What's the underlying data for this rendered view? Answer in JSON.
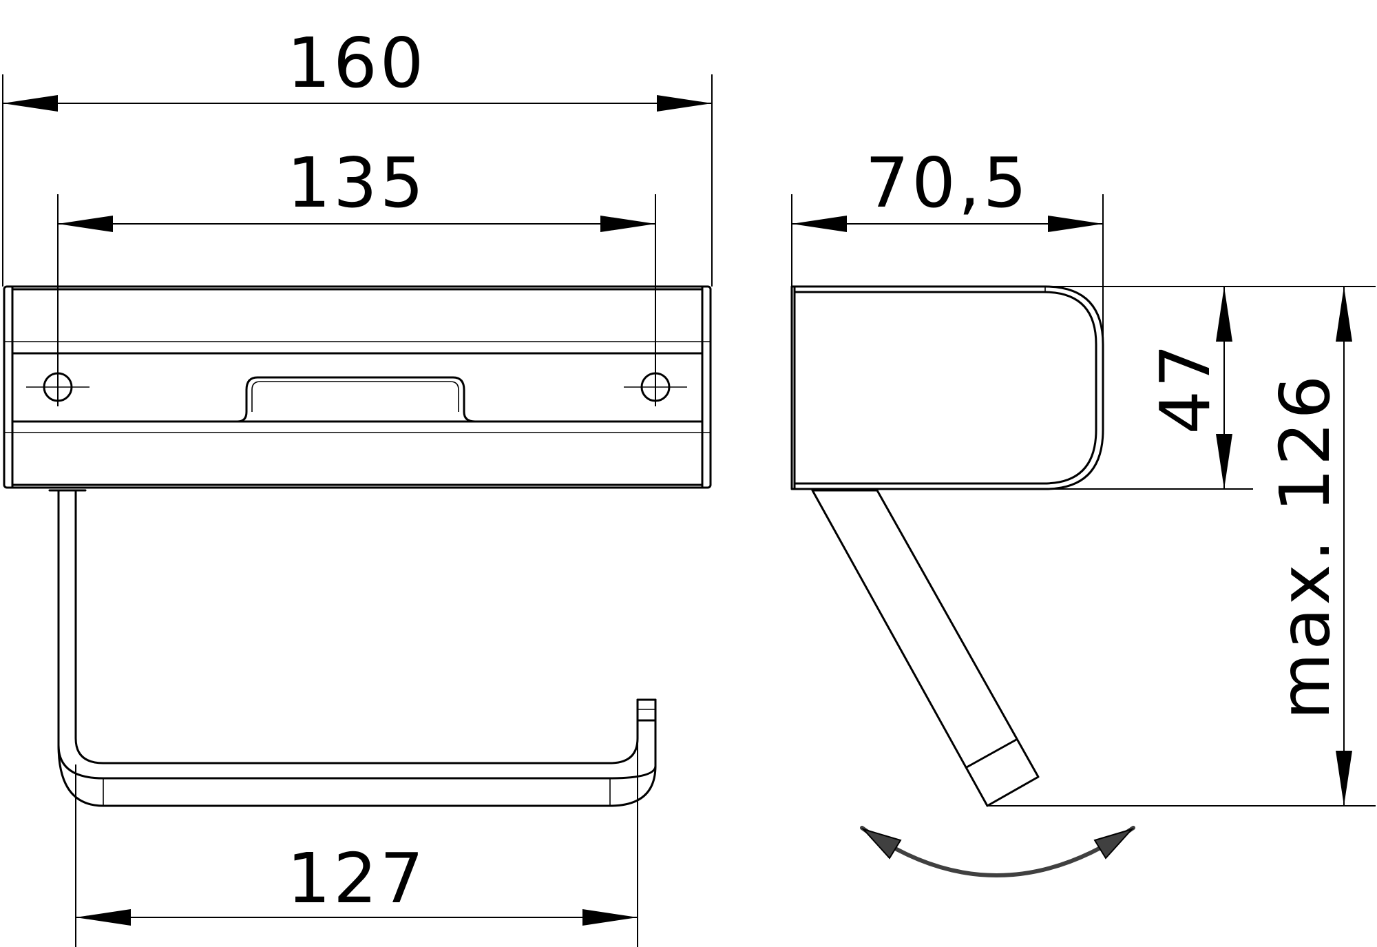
{
  "dimensions": {
    "overall_width": "160",
    "hole_spacing": "135",
    "arm_width": "127",
    "depth": "70,5",
    "plate_height": "47",
    "max_height": "max. 126"
  }
}
